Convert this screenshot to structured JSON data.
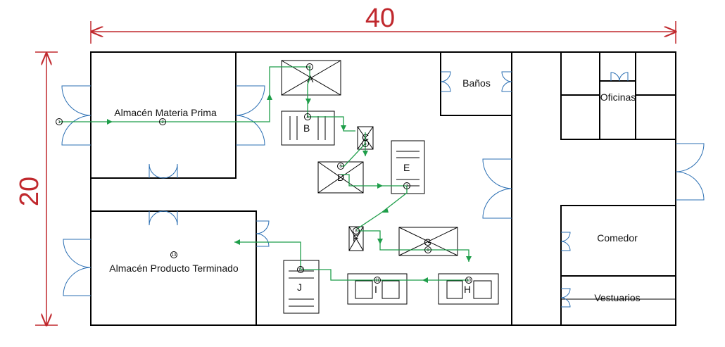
{
  "dimensions": {
    "width": "40",
    "height": "20"
  },
  "colors": {
    "dimension": "#c0282d",
    "flow": "#1f9e4a",
    "door": "#2b6fb3",
    "wall": "#000000"
  },
  "areas": {
    "raw_material": "Almacén Materia Prima",
    "finished_goods": "Almacén Producto Terminado",
    "bathrooms": "Baños",
    "offices": "Oficinas",
    "dining": "Comedor",
    "lockers": "Vestuarios"
  },
  "stations": {
    "a": "A",
    "b": "B",
    "c": "C",
    "d": "D",
    "e": "E",
    "f": "F",
    "g": "G",
    "h": "H",
    "i": "I",
    "j": "J"
  },
  "steps": {
    "s1": "1",
    "s2": "2",
    "s3": "3",
    "s4": "4",
    "s5": "5",
    "s6": "6",
    "s7": "7",
    "s8": "8",
    "s9": "9",
    "s10": "10",
    "s11": "11",
    "s12": "12",
    "s13": "13"
  }
}
